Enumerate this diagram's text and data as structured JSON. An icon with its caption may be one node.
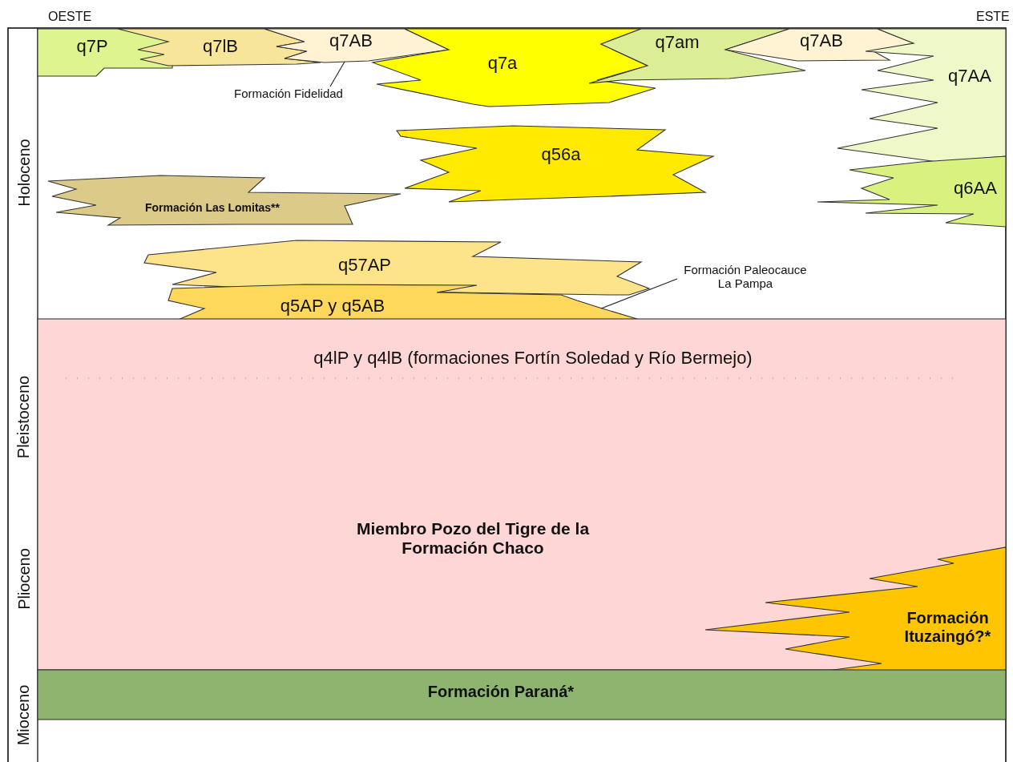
{
  "diagram": {
    "nodes": [
      {
        "text": [
          "q7P"
        ]
      },
      {
        "text": [
          "q7lB"
        ]
      },
      {
        "text": [
          "q7AB"
        ]
      },
      {
        "text": [
          "q7a"
        ]
      },
      {
        "text": [
          "q7am"
        ]
      },
      {
        "text": [
          "q7AB"
        ]
      },
      {
        "text": [
          "q7AA"
        ]
      },
      {
        "text": [
          "Formación Fidelidad"
        ]
      },
      {
        "text": [
          "q56a"
        ]
      },
      {
        "text": [
          "q6AA"
        ]
      },
      {
        "text": [
          "Formación Las Lomitas**"
        ]
      },
      {
        "text": [
          "q57AP"
        ]
      },
      {
        "text": [
          "q5AP y q5AB"
        ]
      },
      {
        "text": [
          "Formación Paleocauce La Pampa"
        ]
      },
      {
        "text": [
          "q4lP y q4lB (formaciones Fortín Soledad y Río Bermejo)",
          "Miembro Pozo del Tigre de la Formación Chaco"
        ]
      },
      {
        "text": [
          "Formación Ituzaingó?*"
        ]
      },
      {
        "text": [
          "Formación Paraná*"
        ]
      }
    ],
    "edges": [
      {
        "from": 7,
        "to": 2,
        "arrow": "none"
      },
      {
        "from": 13,
        "to": 12,
        "arrow": "none"
      }
    ],
    "labels": [
      "OESTE",
      "ESTE",
      "Holoceno",
      "Pleistoceno",
      "Plioceno",
      "Mioceno"
    ]
  }
}
